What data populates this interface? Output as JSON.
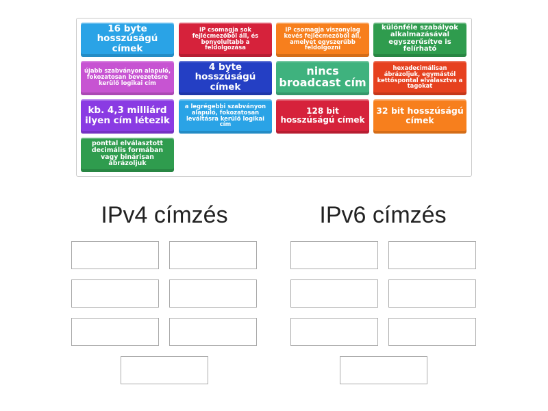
{
  "cards": [
    {
      "text": "16 byte hosszúságú címek",
      "color": "#2aa3e6"
    },
    {
      "text": "IP csomagja sok fejlécmezőből áll, és bonyolultabb a feldolgozása",
      "color": "#d6223b"
    },
    {
      "text": "IP csomagja viszonylag kevés fejlécmezőből áll, amelyet egyszerűbb feldolgozni",
      "color": "#f77f1d"
    },
    {
      "text": "különféle szabályok alkalmazásával egyszerűsítve is felírható",
      "color": "#2f9c4e"
    },
    {
      "text": "újabb szabványon alapuló, fokozatosan bevezetésre kerülő logikai cím",
      "color": "#c754d2"
    },
    {
      "text": "4 byte hosszúságú címek",
      "color": "#243fc4"
    },
    {
      "text": "nincs broadcast cím",
      "color": "#3fb27e"
    },
    {
      "text": "hexadecimálisan ábrázoljuk, egymástól kettőspontal elválasztva a tagokat",
      "color": "#e6411f"
    },
    {
      "text": "kb. 4,3 milliárd ilyen cím létezik",
      "color": "#8a3be3"
    },
    {
      "text": "a legrégebbi szabványon alapuló, fokozatosan leváltásra kerülő logikai cím",
      "color": "#2aa3e6"
    },
    {
      "text": "128 bit hosszúságú címek",
      "color": "#d6223b"
    },
    {
      "text": "32 bit hosszúságú címek",
      "color": "#f77f1d"
    },
    {
      "text": "ponttal elválasztott decimális formában vagy binárisan ábrázoljuk",
      "color": "#2f9c4e"
    }
  ],
  "groups": [
    {
      "title": "IPv4 címzés"
    },
    {
      "title": "IPv6 címzés"
    }
  ]
}
